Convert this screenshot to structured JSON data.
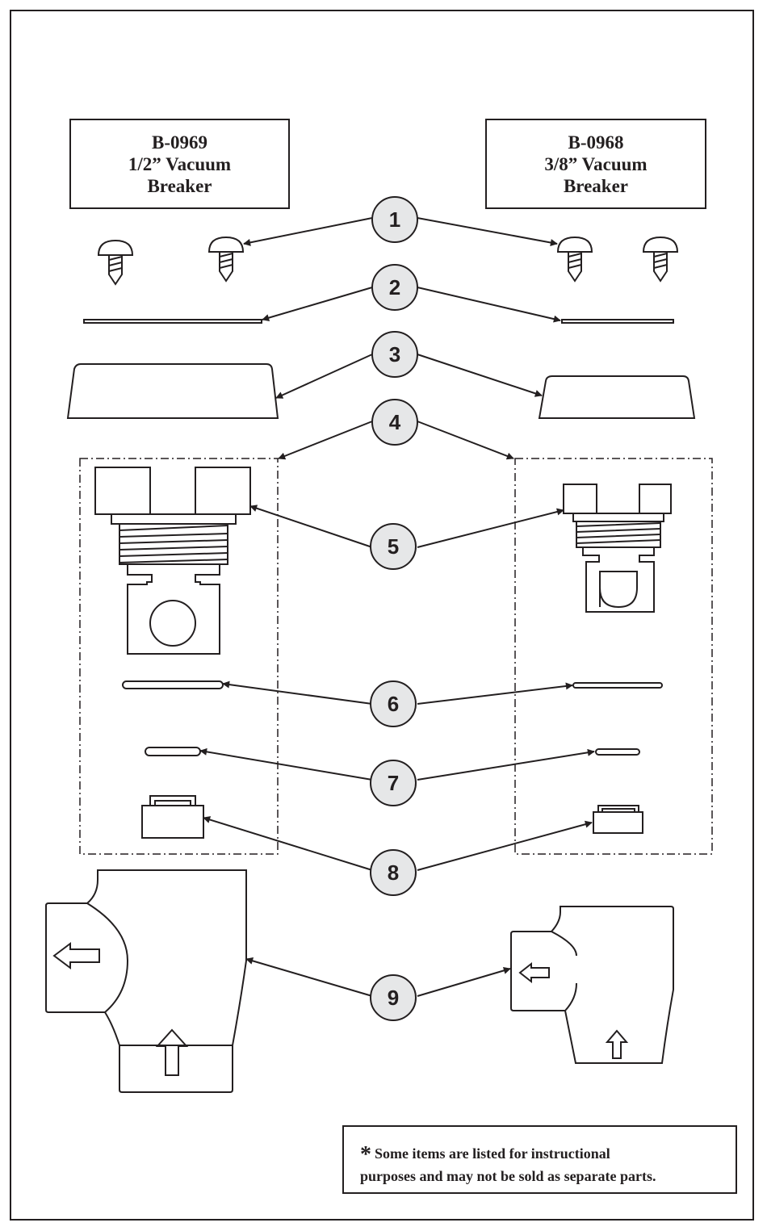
{
  "colors": {
    "line": "#231f20",
    "callout_fill": "#e6e7e8",
    "background": "#ffffff"
  },
  "kits": [
    {
      "part_number": "B-0969",
      "size": "1/2” Vacuum",
      "type": "Breaker"
    },
    {
      "part_number": "B-0968",
      "size": "3/8” Vacuum",
      "type": "Breaker"
    }
  ],
  "callouts": [
    "1",
    "2",
    "3",
    "4",
    "5",
    "6",
    "7",
    "8",
    "9"
  ],
  "note": {
    "symbol": "*",
    "line1": "Some items are listed for instructional",
    "line2": "purposes and may not be sold as separate parts."
  }
}
